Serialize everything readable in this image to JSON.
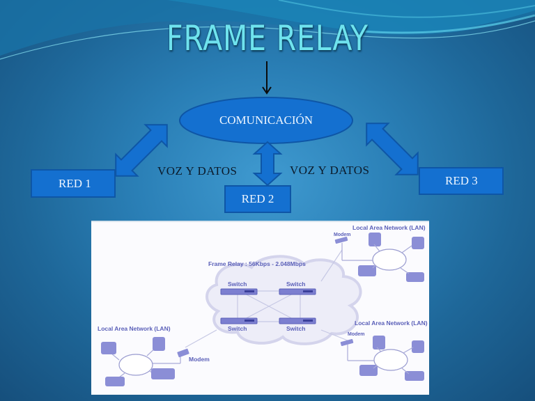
{
  "slide": {
    "title": "FRAME RELAY",
    "center_node": "COMUNICACIÓN",
    "networks": [
      {
        "label": "RED 1"
      },
      {
        "label": "RED 2"
      },
      {
        "label": "RED 3"
      }
    ],
    "link_labels": [
      "VOZ  Y  DATOS",
      "VOZ  Y  DATOS"
    ],
    "colors": {
      "title": "#6fe3ee",
      "node_fill": "#1470d0",
      "node_border": "#0e56a6",
      "background": "#2a7fb6"
    }
  },
  "figure": {
    "cloud_caption": "Frame Relay : 56Kbps - 2.048Mbps",
    "switch_label": "Switch",
    "modem_label": "Modem",
    "lan_label": "Local Area Network (LAN)",
    "switches": [
      "Switch",
      "Switch",
      "Switch",
      "Switch"
    ],
    "lans": [
      {
        "label": "Local Area Network (LAN)",
        "modem": "Modem"
      },
      {
        "label": "Local Area Network (LAN)",
        "modem": "Modem"
      },
      {
        "label": "Local Area Network (LAN)",
        "modem": "Modem"
      }
    ]
  }
}
